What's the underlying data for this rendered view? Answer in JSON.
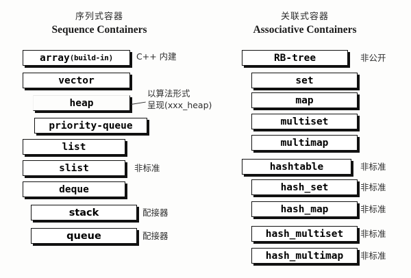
{
  "columns": [
    {
      "id": "sequence",
      "title_cn": "序列式容器",
      "title_en": "Sequence Containers",
      "items": [
        {
          "label": "array",
          "suffix": "(build-in)",
          "note": "C++ 内建"
        },
        {
          "label": "vector",
          "suffix": "",
          "note": ""
        },
        {
          "label": "heap",
          "suffix": "",
          "note": "以算法形式\n呈现(xxx_heap)"
        },
        {
          "label": "priority-queue",
          "suffix": "",
          "note": ""
        },
        {
          "label": "list",
          "suffix": "",
          "note": ""
        },
        {
          "label": "slist",
          "suffix": "",
          "note": "非标准"
        },
        {
          "label": "deque",
          "suffix": "",
          "note": ""
        },
        {
          "label": "stack",
          "suffix": "",
          "note": "配接器"
        },
        {
          "label": "queue",
          "suffix": "",
          "note": "配接器"
        }
      ]
    },
    {
      "id": "associative",
      "title_cn": "关联式容器",
      "title_en": "Associative Containers",
      "items": [
        {
          "label": "RB-tree",
          "suffix": "",
          "note": "非公开"
        },
        {
          "label": "set",
          "suffix": "",
          "note": ""
        },
        {
          "label": "map",
          "suffix": "",
          "note": ""
        },
        {
          "label": "multiset",
          "suffix": "",
          "note": ""
        },
        {
          "label": "multimap",
          "suffix": "",
          "note": ""
        },
        {
          "label": "hashtable",
          "suffix": "",
          "note": "非标准"
        },
        {
          "label": "hash_set",
          "suffix": "",
          "note": "非标准"
        },
        {
          "label": "hash_map",
          "suffix": "",
          "note": "非标准"
        },
        {
          "label": "hash_multiset",
          "suffix": "",
          "note": "非标准"
        },
        {
          "label": "hash_multimap",
          "suffix": "",
          "note": "非标准"
        }
      ]
    }
  ],
  "annotations": {
    "heap_note_line1": "以算法形式",
    "heap_note_line2": "呈现(xxx_heap)"
  },
  "colors": {
    "ink": "#111111",
    "paper": "#fdfdfc",
    "note_text": "#2e2e2e"
  }
}
